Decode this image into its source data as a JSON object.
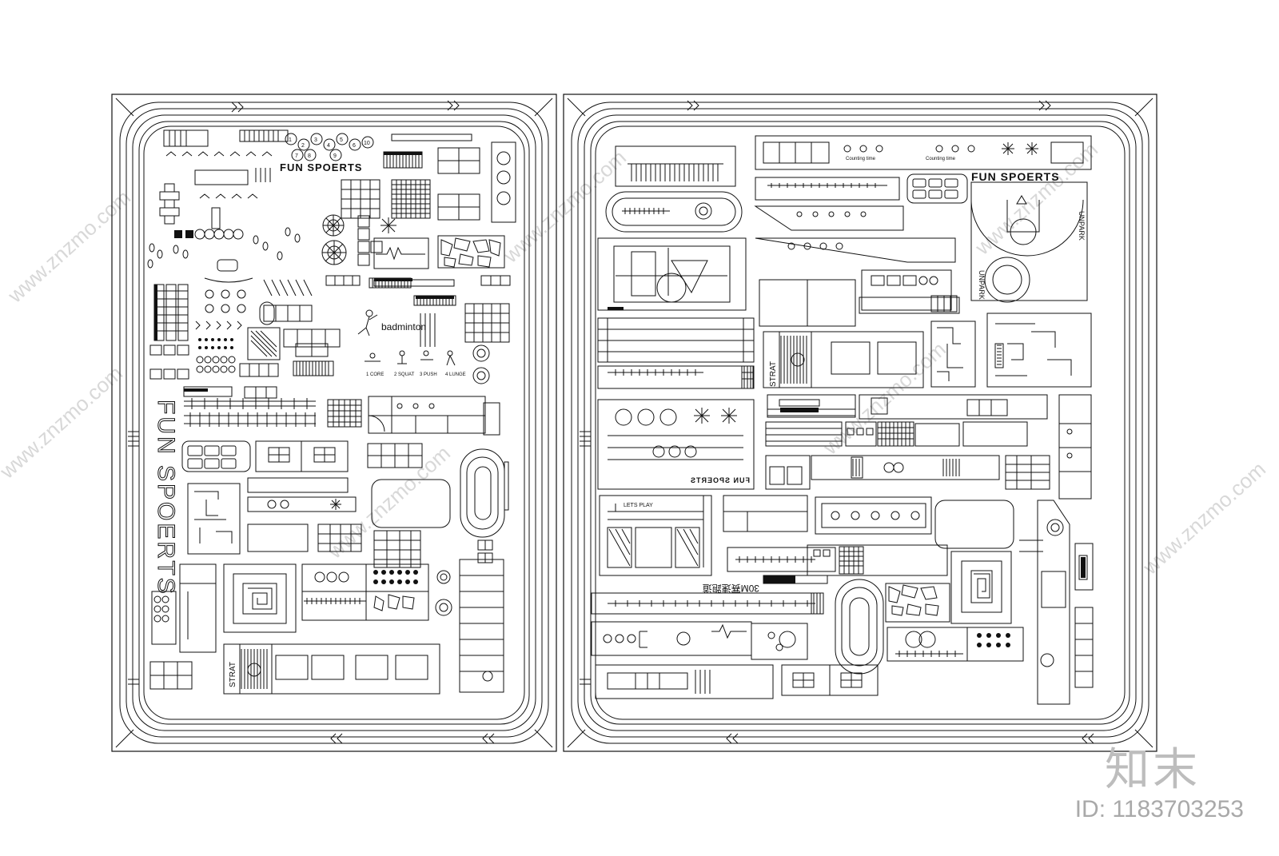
{
  "watermark": {
    "brand": "知末",
    "id_text": "ID: 1183703253",
    "site": "www.znzmo.com"
  },
  "left_sheet": {
    "heading": "FUN SPOERTS",
    "vertical_title": "FUN SPOERTS",
    "sport_label": "badminton",
    "strat": "STRAT",
    "exercises": [
      "1 CORE",
      "2 SQUAT",
      "3 PUSH",
      "4 LUNGE"
    ],
    "number_circles": [
      "1",
      "2",
      "3",
      "4",
      "5",
      "6",
      "7",
      "8",
      "9",
      "10"
    ]
  },
  "right_sheet": {
    "heading": "FUN SPOERTS",
    "mirrored_heading": "FUN SPOERTS",
    "unpark_1": "UNPARK",
    "unpark_2": "UNPARK",
    "lets_play": "LETS PLAY",
    "race_track": "30M赛速跑道",
    "strat": "STRAT",
    "counter_1": "Counting time",
    "counter_2": "Counting time"
  }
}
